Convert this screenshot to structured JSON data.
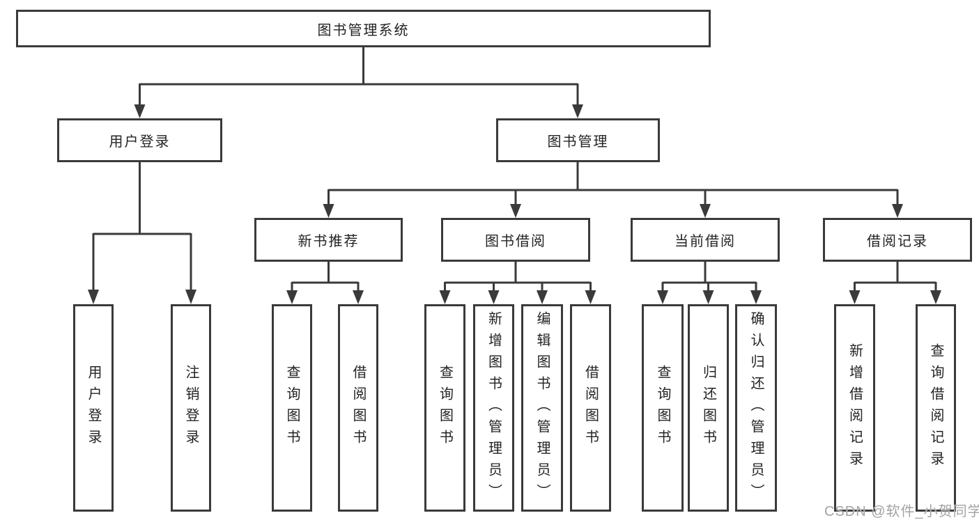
{
  "nodes": {
    "root": "图书管理系统",
    "user_login": "用户登录",
    "book_mgmt": "图书管理",
    "new_book_rec": "新书推荐",
    "book_borrow": "图书借阅",
    "current_borrow": "当前借阅",
    "borrow_record": "借阅记录",
    "leaf_user_login": "用户登录",
    "leaf_logout": "注销登录",
    "leaf_query_book_1": "查询图书",
    "leaf_borrow_book_1": "借阅图书",
    "leaf_query_book_2": "查询图书",
    "leaf_add_book": "新增图书（管理员）",
    "leaf_edit_book": "编辑图书（管理员）",
    "leaf_borrow_book_2": "借阅图书",
    "leaf_query_book_3": "查询图书",
    "leaf_return_book": "归还图书",
    "leaf_confirm_return": "确认归还（管理员）",
    "leaf_add_record": "新增借阅记录",
    "leaf_query_record": "查询借阅记录"
  },
  "watermark": "CSDN @软件_小贺同学",
  "colors": {
    "line": "#3a3a3a",
    "text": "#232323",
    "watermark": "#a3a3a3",
    "background": "#ffffff"
  }
}
